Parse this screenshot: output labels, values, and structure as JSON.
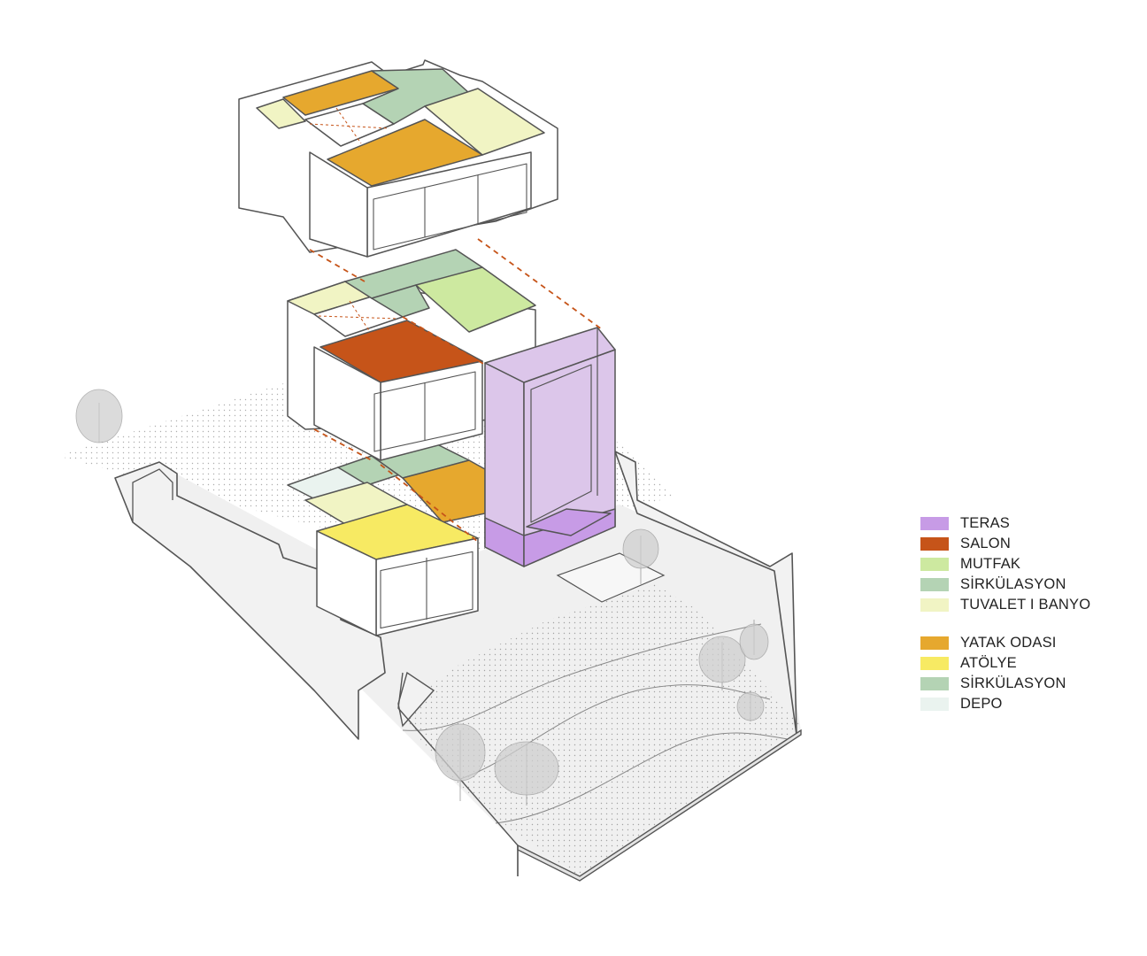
{
  "legend": {
    "groups": [
      {
        "items": [
          {
            "label": "TERAS",
            "color": "#c79be6"
          },
          {
            "label": "SALON",
            "color": "#c65419"
          },
          {
            "label": "MUTFAK",
            "color": "#cde9a0"
          },
          {
            "label": "SİRKÜLASYON",
            "color": "#b4d3b4"
          },
          {
            "label": "TUVALET I BANYO",
            "color": "#f1f4c4"
          }
        ]
      },
      {
        "items": [
          {
            "label": "YATAK ODASI",
            "color": "#e6a82e"
          },
          {
            "label": "ATÖLYE",
            "color": "#f7ea63"
          },
          {
            "label": "SİRKÜLASYON",
            "color": "#b4d3b4"
          },
          {
            "label": "DEPO",
            "color": "#eaf3ef"
          }
        ]
      }
    ]
  },
  "colors": {
    "line": "#555555",
    "dash": "#c65419",
    "site": "#efefef",
    "terrace_light": "#dcc6ea"
  }
}
